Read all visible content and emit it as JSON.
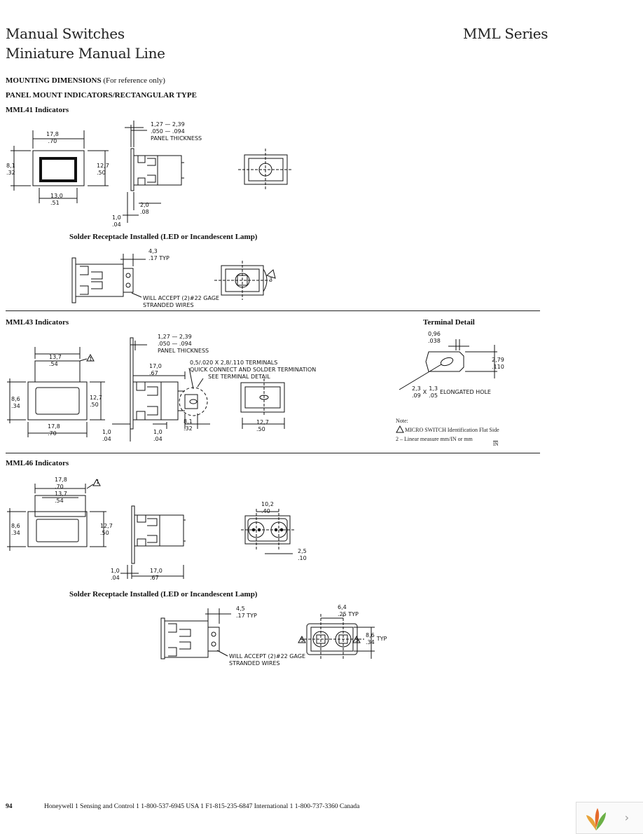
{
  "header": {
    "title_left_1": "Manual Switches",
    "title_left_2": "Miniature Manual Line",
    "title_right": "MML Series"
  },
  "sections": {
    "mounting": "MOUNTING DIMENSIONS",
    "mounting_note": "(For reference only)",
    "panel_mount": "PANEL MOUNT INDICATORS/RECTANGULAR TYPE",
    "mml41": "MML41 Indicators",
    "solder1": "Solder Receptacle Installed (LED or Incandescent Lamp)",
    "mml43": "MML43 Indicators",
    "terminal_detail": "Terminal Detail",
    "mml46": "MML46 Indicators",
    "solder2": "Solder Receptacle Installed (LED or Incandescent Lamp)"
  },
  "dims": {
    "d41_w": "17,8",
    "d41_w_in": ".70",
    "d41_h": "8,1",
    "d41_h_in": ".32",
    "d41_bez": "12,7",
    "d41_bez_in": ".50",
    "d41_bw": "13,0",
    "d41_bw_in": ".51",
    "panel_range": "1,27 — 2,39",
    "panel_range_in": ".050 — .094",
    "panel_thick": "PANEL THICKNESS",
    "d41_a": "2,0",
    "d41_a_in": ".08",
    "d41_b": "1,0",
    "d41_b_in": ".04",
    "sr_typ": "4,3",
    "sr_typ_in": ".17",
    "typ": "TYP",
    "wires1": "WILL ACCEPT (2)#22 GAGE",
    "wires2": "STRANDED WIRES",
    "d43_top": "13,7",
    "d43_top_in": ".54",
    "d43_h": "8,6",
    "d43_h_in": ".34",
    "d43_bez": "12,7",
    "d43_bez_in": ".50",
    "d43_w": "17,8",
    "d43_w_in": ".70",
    "d43_d": "17,0",
    "d43_d_in": ".67",
    "term1": "0,5/.020 X 2,8/.110 TERMINALS",
    "term2": "QUICK CONNECT AND SOLDER TERMINATION",
    "term3": "SEE TERMINAL DETAIL",
    "d43_e": "1,0",
    "d43_e_in": ".04",
    "d43_f": "1,0",
    "d43_f_in": ".04",
    "d43_g": "8,1",
    "d43_g_in": ".32",
    "d43_bot": "12,7",
    "d43_bot_in": ".50",
    "td_w": "0,96",
    "td_w_in": ".038",
    "td_h": "2,79",
    "td_h_in": ".110",
    "td_hole_a": "2,3",
    "td_hole_a_in": ".09",
    "td_x": "X",
    "td_hole_b": "1,3",
    "td_hole_b_in": ".05",
    "td_hole": "ELONGATED HOLE",
    "d46_w": "17,8",
    "d46_w_in": ".70",
    "d46_i": "13,7",
    "d46_i_in": ".54",
    "d46_h": "8,6",
    "d46_h_in": ".34",
    "d46_bez": "12,7",
    "d46_bez_in": ".50",
    "d46_sp": "10,2",
    "d46_sp_in": ".40",
    "d46_e": "2,5",
    "d46_e_in": ".10",
    "d46_a": "1,0",
    "d46_a_in": ".04",
    "d46_d": "17,0",
    "d46_d_in": ".67",
    "sr2_typ": "4,5",
    "sr2_typ_in": ".17",
    "sr2_p": "6,4",
    "sr2_p_in": ".25",
    "sr2_h": "8,6",
    "sr2_h_in": ".34",
    "tri1": "1",
    "tri3": "3"
  },
  "notes": {
    "heading": "Note:",
    "n1": "MICRO SWITCH Identification Flat Side",
    "n2": "2 – Linear measure mm/IN or mm",
    "n2b": "IN"
  },
  "footer": {
    "page": "94",
    "text": "Honeywell 1 Sensing and Control 1 1-800-537-6945 USA 1 F1-815-235-6847 International 1 1-800-737-3360 Canada"
  }
}
